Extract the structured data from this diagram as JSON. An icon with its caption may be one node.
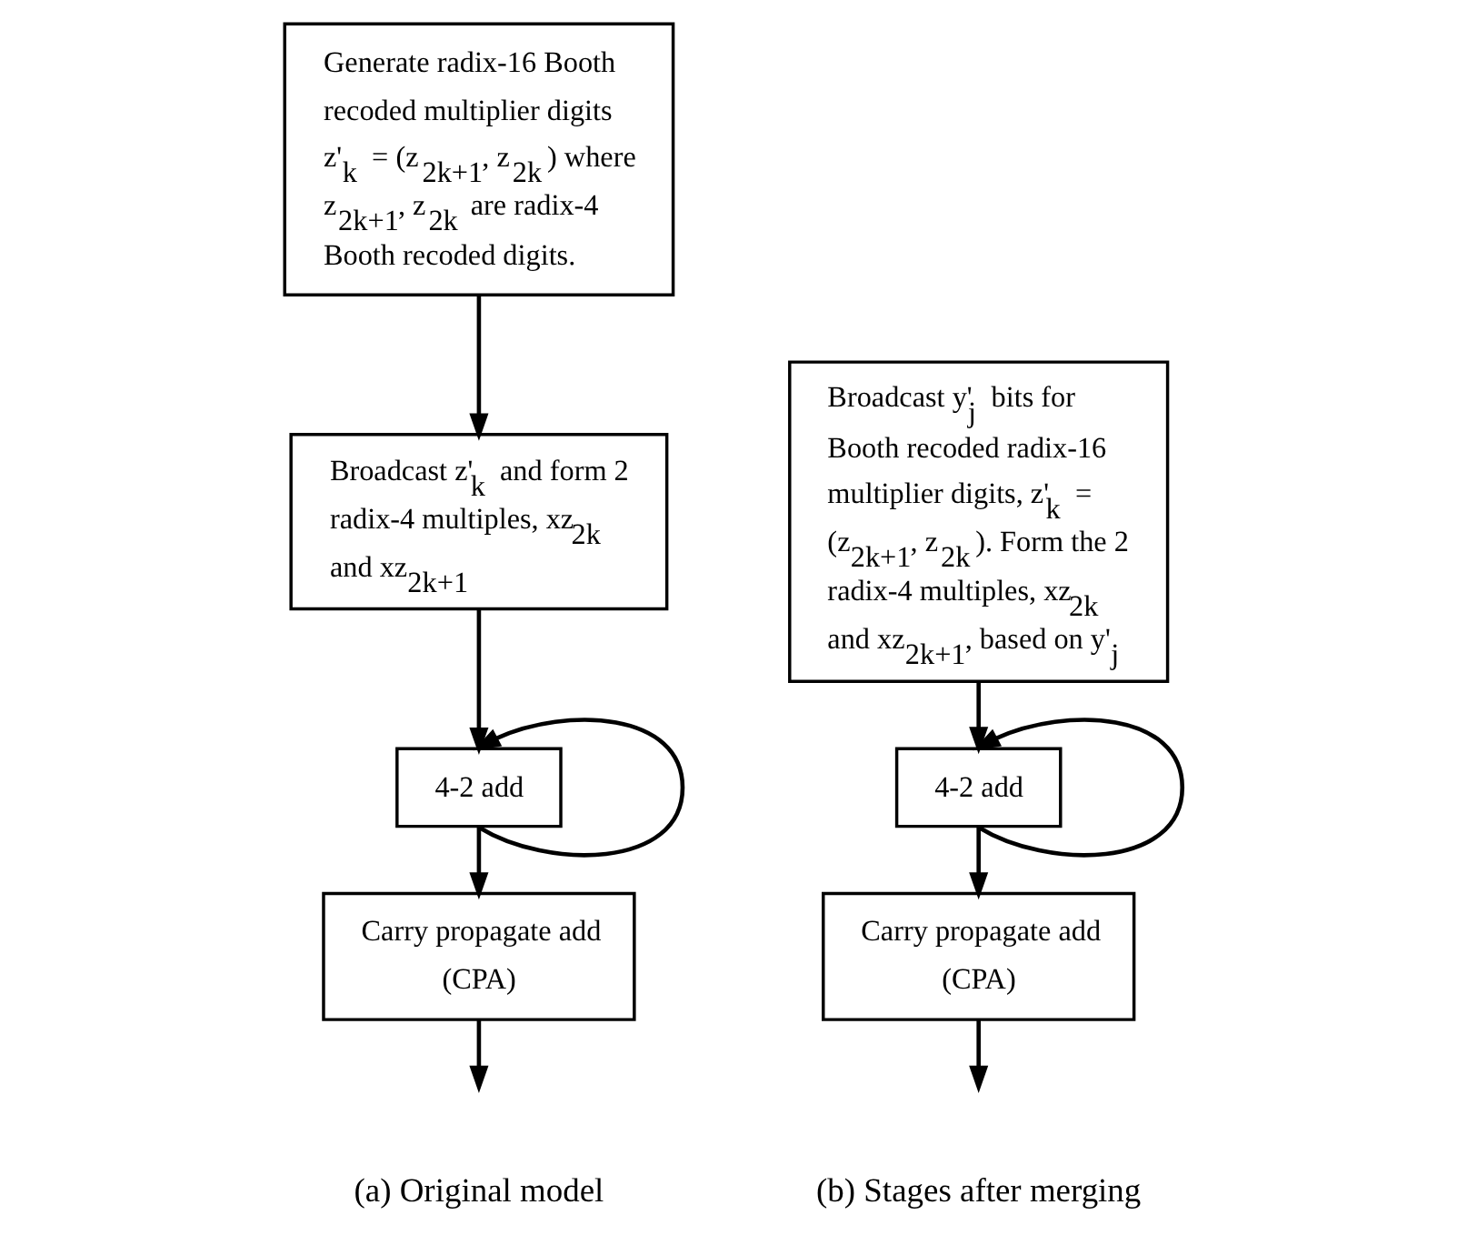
{
  "diagram": {
    "nodes": [
      {
        "text": [
          "Generate radix-16 Booth recoded multiplier digits z'$_{k}$ = (z$_{2k+1}$, z$_{2k}$) where z$_{2k+1}$, z$_{2k}$ are radix-4 Booth recoded digits."
        ]
      },
      {
        "text": [
          "Broadcast z'$_{k}$ and form 2 radix-4 multiples, xz$_{2k}$ and xz$_{2k+1}$"
        ]
      },
      {
        "text": [
          "4-2 add"
        ]
      },
      {
        "text": [
          "Carry propagate add (CPA)"
        ]
      },
      {
        "text": [
          "Broadcast y'$_{j}$ bits for Booth recoded radix-16 multiplier digits, z'$_{k}$ = (z$_{2k+1}$, z$_{2k}$). Form the 2 radix-4 multiples, xz$_{2k}$ and xz$_{2k+1}$, based on y'$_{j}$"
        ]
      },
      {
        "text": [
          "4-2 add"
        ]
      },
      {
        "text": [
          "Carry propagate add (CPA)"
        ]
      }
    ],
    "edges": [
      {
        "from": 0,
        "to": 1,
        "arrow": "to"
      },
      {
        "from": 1,
        "to": 2,
        "arrow": "to"
      },
      {
        "from": 2,
        "to": 2,
        "arrow": "to"
      },
      {
        "from": 2,
        "to": 3,
        "arrow": "to"
      },
      {
        "from": 3,
        "to": null,
        "arrow": "to"
      },
      {
        "from": 4,
        "to": 5,
        "arrow": "to"
      },
      {
        "from": 5,
        "to": 5,
        "arrow": "to"
      },
      {
        "from": 5,
        "to": 6,
        "arrow": "to"
      },
      {
        "from": 6,
        "to": null,
        "arrow": "to"
      }
    ],
    "labels": [
      "(a) Original model",
      "(b) Stages after merging"
    ]
  }
}
